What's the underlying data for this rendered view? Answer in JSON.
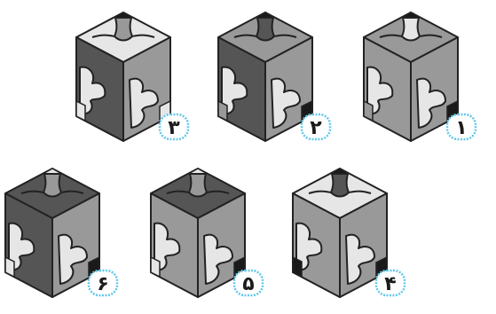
{
  "colors": {
    "dark": "#555555",
    "mid": "#999999",
    "light": "#e6e6e6",
    "black": "#1a1a1a",
    "outline": "#222222",
    "badge_border": "#62c7e8",
    "badge_fill": "#ffffff"
  },
  "shade_map": {
    "D": "dark",
    "M": "mid",
    "L": "light",
    "K": "black"
  },
  "options": [
    {
      "label": "۱",
      "faces": {
        "top": "M",
        "left": "M",
        "right": "M"
      },
      "marks": {
        "top_back": "K",
        "top_center": "L",
        "left_piece": "L",
        "left_corner": "M",
        "right_piece": "L",
        "right_corner": "K"
      }
    },
    {
      "label": "۲",
      "faces": {
        "top": "M",
        "left": "D",
        "right": "M"
      },
      "marks": {
        "top_back": "K",
        "top_center": "D",
        "left_piece": "L",
        "left_corner": "M",
        "right_piece": "L",
        "right_corner": "K"
      }
    },
    {
      "label": "۳",
      "faces": {
        "top": "L",
        "left": "D",
        "right": "M"
      },
      "marks": {
        "top_back": "K",
        "top_center": "M",
        "left_piece": "L",
        "left_corner": "L",
        "right_piece": "L",
        "right_corner": "L"
      }
    },
    {
      "label": "۴",
      "faces": {
        "top": "L",
        "left": "M",
        "right": "M"
      },
      "marks": {
        "top_back": "K",
        "top_center": "D",
        "left_piece": "L",
        "left_corner": "K",
        "right_piece": "L",
        "right_corner": "K"
      }
    },
    {
      "label": "۵",
      "faces": {
        "top": "D",
        "left": "M",
        "right": "M"
      },
      "marks": {
        "top_back": "L",
        "top_center": "M",
        "left_piece": "L",
        "left_corner": "L",
        "right_piece": "L",
        "right_corner": "K"
      }
    },
    {
      "label": "۶",
      "faces": {
        "top": "D",
        "left": "D",
        "right": "M"
      },
      "marks": {
        "top_back": "L",
        "top_center": "M",
        "left_piece": "L",
        "left_corner": "L",
        "right_piece": "L",
        "right_corner": "K"
      }
    }
  ]
}
